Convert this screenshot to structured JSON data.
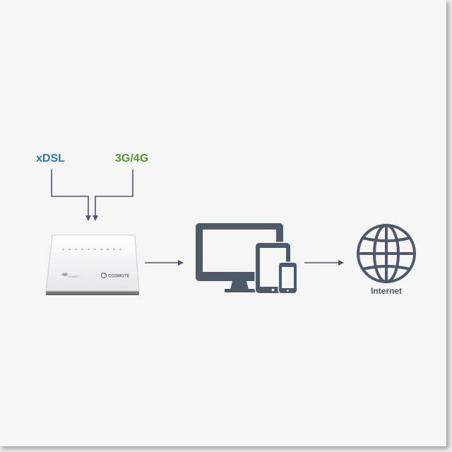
{
  "inputs": {
    "xdsl_label": "xDSL",
    "cellular_label": "3G/4G"
  },
  "router": {
    "brand_left": "HUAWEI",
    "brand_right": "COSMOTE"
  },
  "destination": {
    "label": "Internet"
  },
  "colors": {
    "xdsl": "#2a79b8",
    "cellular": "#4f9a2e",
    "icon": "#4d5966",
    "arrow": "#4d5966"
  }
}
